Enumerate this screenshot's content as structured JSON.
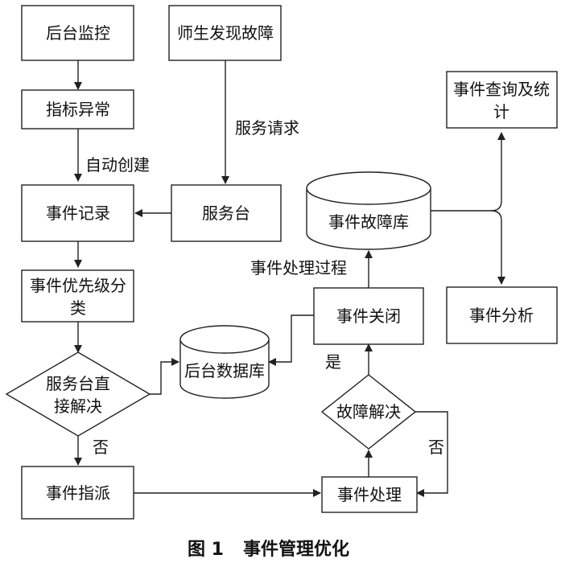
{
  "diagram": {
    "nodes": {
      "backend_monitor": "后台监控",
      "fault_found": "师生发现故障",
      "metric_abnormal": "指标异常",
      "event_record": "事件记录",
      "service_desk": "服务台",
      "priority_line1": "事件优先级分",
      "priority_line2": "类",
      "direct_line1": "服务台直",
      "direct_line2": "接解决",
      "backend_db": "后台数据库",
      "dispatch": "事件指派",
      "process": "事件处理",
      "resolved": "故障解决",
      "close": "事件关闭",
      "fault_db": "事件故障库",
      "query_line1": "事件查询及统",
      "query_line2": "计",
      "analysis": "事件分析"
    },
    "edges": {
      "auto_create": "自动创建",
      "service_request": "服务请求",
      "no_direct": "否",
      "yes": "是",
      "no_resolved": "否",
      "process_flow": "事件处理过程"
    },
    "caption": {
      "label": "图 1",
      "title": "事件管理优化"
    }
  }
}
